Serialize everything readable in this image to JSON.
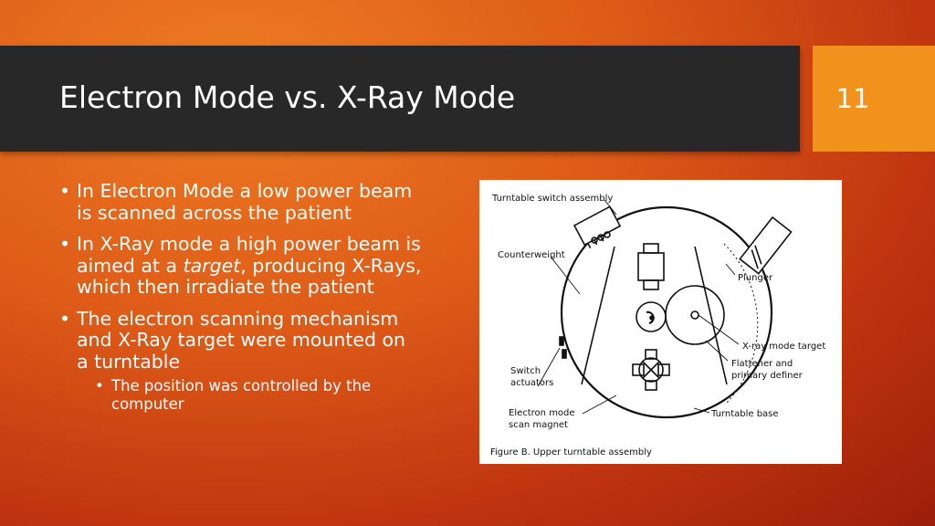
{
  "slide": {
    "title": "Electron Mode vs. X-Ray Mode",
    "number": "11"
  },
  "bullets": {
    "b1": "In Electron Mode a low power beam is scanned across the patient",
    "b2_pre": "In X-Ray mode a high power beam is aimed at a ",
    "b2_em": "target",
    "b2_post": ", producing X-Rays, which then irradiate the patient",
    "b3": "The electron scanning mechanism and X-Ray target were mounted on a turntable",
    "b3_sub1": "The position was controlled by the computer"
  },
  "figure": {
    "labels": {
      "turntable_switch": "Turntable switch assembly",
      "counterweight": "Counterweight",
      "plunger": "Plunger",
      "xray_target": "X-ray mode target",
      "flattener_1": "Flattener and",
      "flattener_2": "primary definer",
      "switch_1": "Switch",
      "switch_2": "actuators",
      "electron_1": "Electron mode",
      "electron_2": "scan magnet",
      "turntable_base": "Turntable base"
    },
    "caption": "Figure B. Upper turntable assembly"
  }
}
